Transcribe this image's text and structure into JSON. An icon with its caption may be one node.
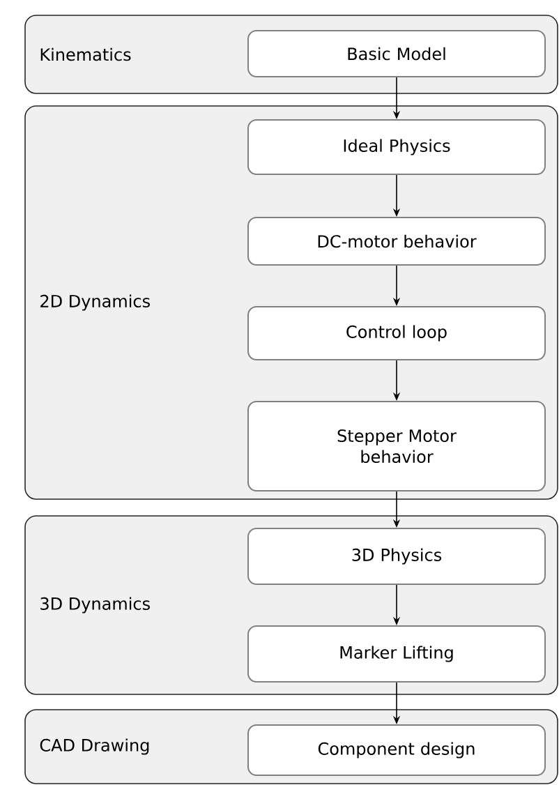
{
  "diagram": {
    "nodes": [
      {
        "text": [
          "Kinematics"
        ]
      },
      {
        "text": [
          "Basic Model"
        ],
        "in": 0
      },
      {
        "text": [
          "2D Dynamics"
        ]
      },
      {
        "text": [
          "Ideal Physics"
        ],
        "in": 2
      },
      {
        "text": [
          "DC-motor behavior"
        ],
        "in": 2
      },
      {
        "text": [
          "Control loop"
        ],
        "in": 2
      },
      {
        "text": [
          "Stepper Motor behavior"
        ],
        "in": 2
      },
      {
        "text": [
          "3D Dynamics"
        ]
      },
      {
        "text": [
          "3D Physics"
        ],
        "in": 7
      },
      {
        "text": [
          "Marker Lifting"
        ],
        "in": 7
      },
      {
        "text": [
          "CAD Drawing"
        ]
      },
      {
        "text": [
          "Component design"
        ],
        "in": 10
      }
    ],
    "edges": [
      {
        "from": 1,
        "to": 3,
        "arrow": "to"
      },
      {
        "from": 3,
        "to": 4,
        "arrow": "to"
      },
      {
        "from": 4,
        "to": 5,
        "arrow": "to"
      },
      {
        "from": 5,
        "to": 6,
        "arrow": "to"
      },
      {
        "from": 6,
        "to": 8,
        "arrow": "to"
      },
      {
        "from": 8,
        "to": 9,
        "arrow": "to"
      },
      {
        "from": 9,
        "to": 11,
        "arrow": "to"
      }
    ]
  }
}
